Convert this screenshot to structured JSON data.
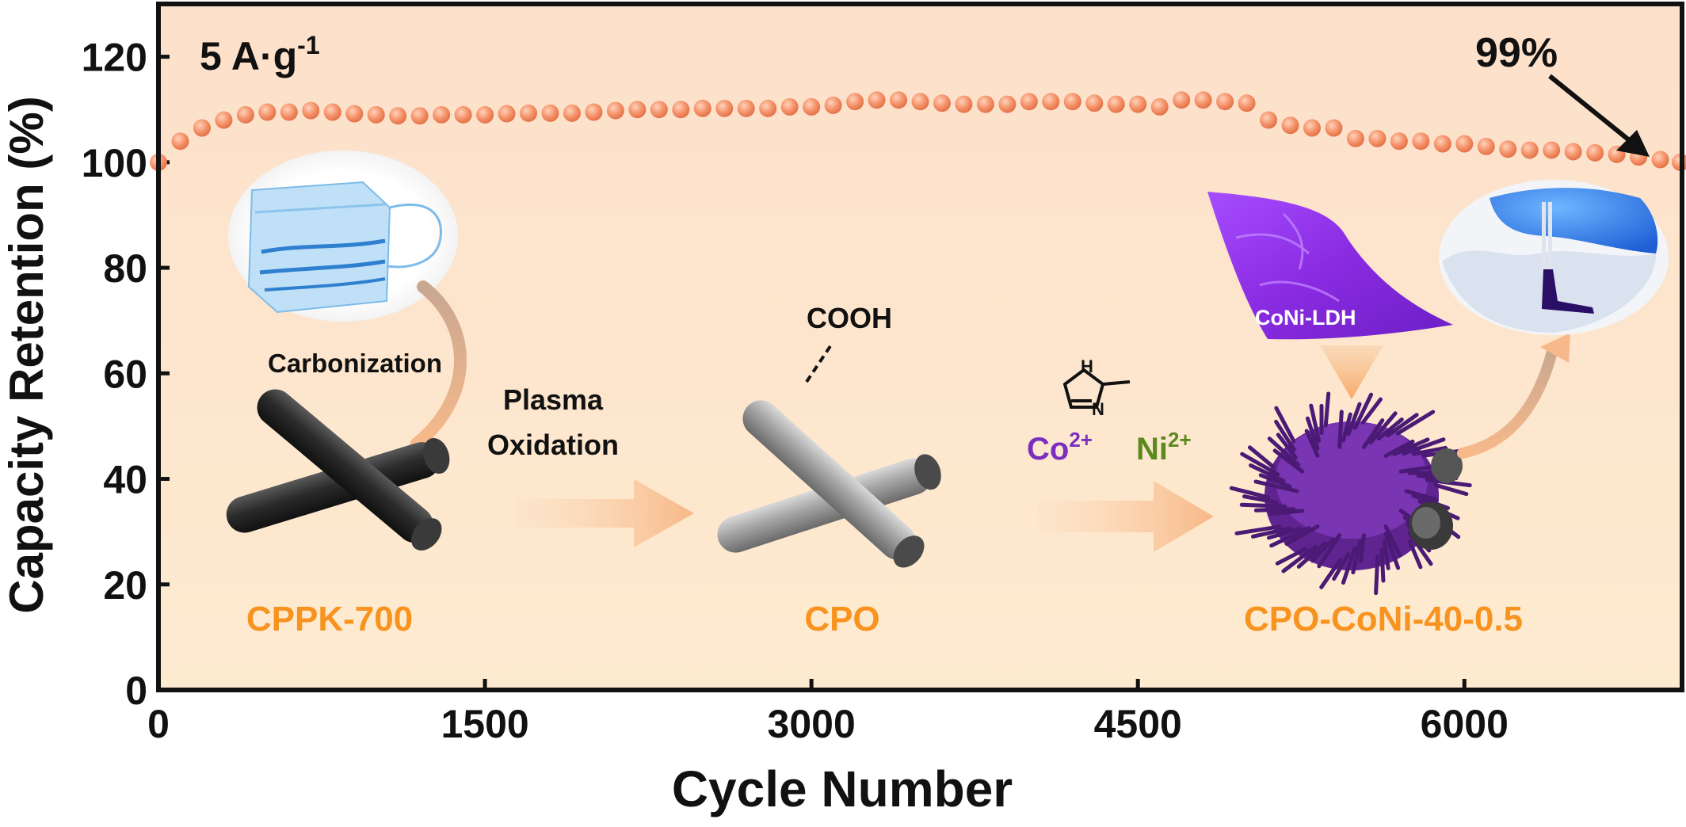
{
  "chart_data": {
    "type": "scatter",
    "xlabel": "Cycle Number",
    "ylabel": "Capacity Retention (%)",
    "xlim": [
      0,
      7000
    ],
    "ylim": [
      0,
      130
    ],
    "x_ticks": [
      "0",
      "1500",
      "3000",
      "4500",
      "6000"
    ],
    "y_ticks": [
      "0",
      "20",
      "40",
      "60",
      "80",
      "100",
      "120"
    ],
    "grid": false,
    "marker_color": "#f5936a",
    "series": [
      {
        "x": [
          0,
          100,
          200,
          300,
          400,
          500,
          600,
          700,
          800,
          900,
          1000,
          1100,
          1200,
          1300,
          1400,
          1500,
          1600,
          1700,
          1800,
          1900,
          2000,
          2100,
          2200,
          2300,
          2400,
          2500,
          2600,
          2700,
          2800,
          2900,
          3000,
          3100,
          3200,
          3300,
          3400,
          3500,
          3600,
          3700,
          3800,
          3900,
          4000,
          4100,
          4200,
          4300,
          4400,
          4500,
          4600,
          4700,
          4800,
          4900,
          5000,
          5100,
          5200,
          5300,
          5400,
          5500,
          5600,
          5700,
          5800,
          5900,
          6000,
          6100,
          6200,
          6300,
          6400,
          6500,
          6600,
          6700,
          6800,
          6900,
          7000
        ],
        "values": [
          100,
          104,
          106.5,
          108,
          109,
          109.5,
          109.5,
          109.8,
          109.5,
          109.2,
          109,
          108.8,
          108.8,
          109,
          109,
          109,
          109.2,
          109.3,
          109.3,
          109.3,
          109.5,
          109.8,
          110,
          110,
          110,
          110.2,
          110.2,
          110.2,
          110.2,
          110.5,
          110.5,
          110.8,
          111.5,
          111.8,
          111.8,
          111.5,
          111.2,
          111,
          111,
          111,
          111.5,
          111.5,
          111.5,
          111.2,
          111,
          111,
          110.5,
          111.8,
          111.8,
          111.5,
          111.2,
          108,
          107,
          106.5,
          106.5,
          104.5,
          104.5,
          104,
          104,
          103.5,
          103.5,
          103,
          102.5,
          102.3,
          102.3,
          102,
          101.8,
          101.5,
          101,
          100.5,
          100
        ]
      }
    ],
    "annotations": [
      {
        "text": "5 A·g",
        "sup": "-1"
      },
      {
        "text": "99%"
      }
    ]
  },
  "diagram": {
    "step1_label": "Carbonization",
    "step2_label_line1": "Plasma",
    "step2_label_line2": "Oxidation",
    "functional_group": "COOH",
    "imidazole_h": "H",
    "imidazole_n": "N",
    "cobalt_ion": "Co",
    "cobalt_charge": "2+",
    "nickel_ion": "Ni",
    "nickel_charge": "2+",
    "ldh_label": "CoNi-LDH",
    "material1": "CPPK-700",
    "material2": "CPO",
    "material3": "CPO-CoNi-40-0.5"
  },
  "colors": {
    "background_top": "#fde0ca",
    "background_bottom": "#fdebd0",
    "accent_orange": "#f7931e",
    "cobalt_purple": "#7b2fbe",
    "nickel_green": "#5a8a1e",
    "ldh_purple": "#8a2be2"
  }
}
